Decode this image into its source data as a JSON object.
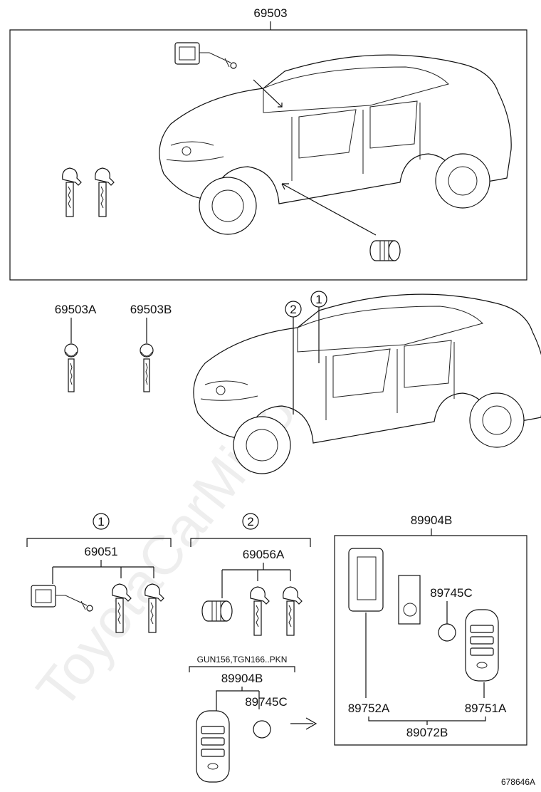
{
  "watermark": "ToyotaCarMirror.ru",
  "top_group": {
    "part_no": "69503"
  },
  "keys": {
    "a": "69503A",
    "b": "69503B"
  },
  "car_callouts": {
    "c1": "1",
    "c2": "2"
  },
  "group1": {
    "marker": "1",
    "part_no": "69051"
  },
  "group2": {
    "marker": "2",
    "part_no": "69056A"
  },
  "remote_left": {
    "variant_note": "GUN156,TGN166..PKN",
    "part_no": "89904B",
    "battery": "89745C"
  },
  "remote_box": {
    "part_no": "89904B",
    "battery": "89745C",
    "case": "89752A",
    "cover": "89751A",
    "assembly": "89072B"
  },
  "figure_id": "678646A",
  "icons": [
    "door-lock-cylinder-icon",
    "key-blade-icon",
    "ignition-cylinder-icon",
    "smart-key-fob-icon",
    "battery-cell-icon",
    "arrow-right-icon",
    "car-illustration"
  ]
}
